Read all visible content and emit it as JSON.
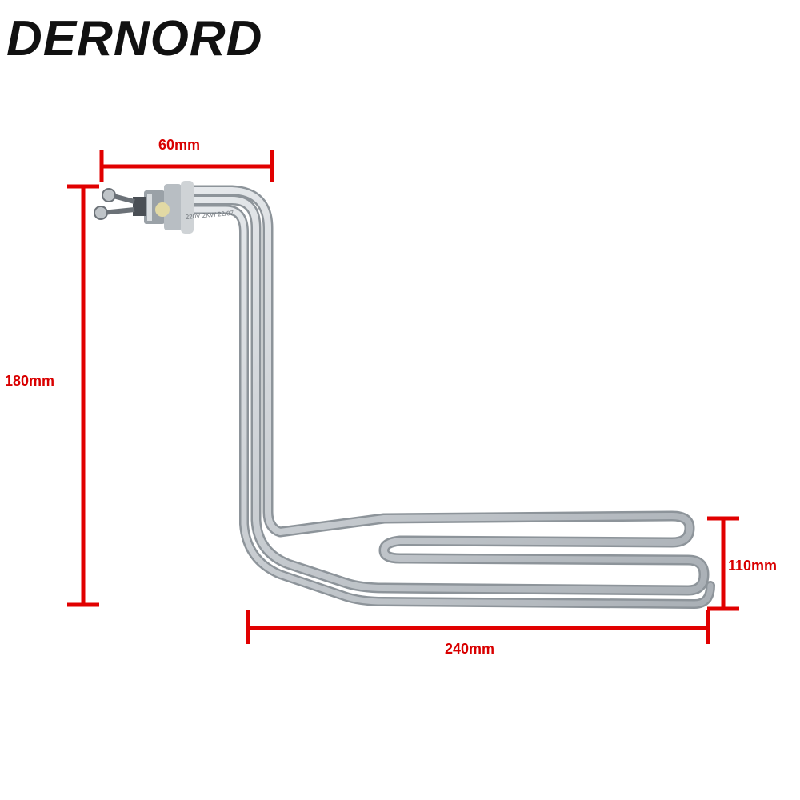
{
  "brand": {
    "name": "DERNORD"
  },
  "product": {
    "name": "heating element",
    "stamp": "220V 2KW 22/07",
    "tube_color": "#c8cdd2"
  },
  "dimensions": {
    "width_flange_label": "60mm",
    "height_label": "180mm",
    "depth_label": "110mm",
    "length_label": "240mm",
    "color": "#e10000"
  }
}
